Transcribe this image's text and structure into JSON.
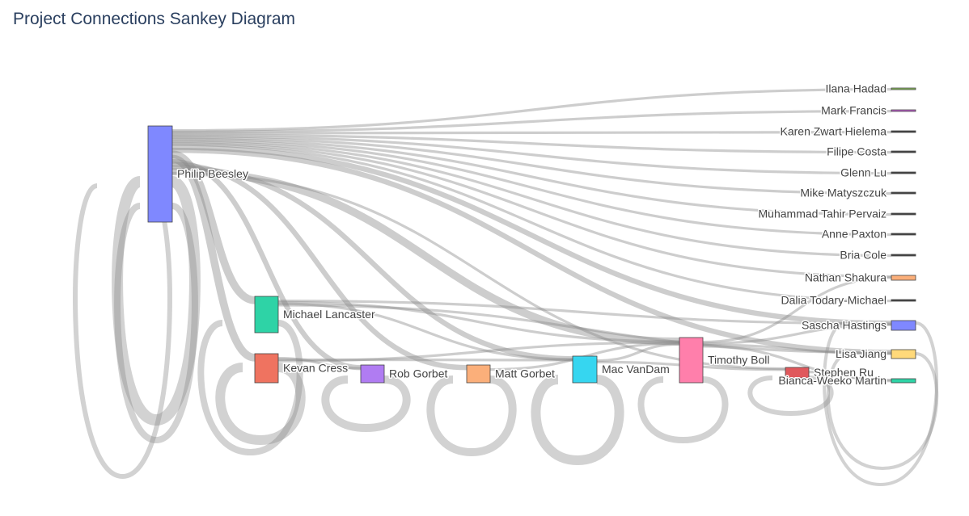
{
  "title": "Project Connections Sankey Diagram",
  "colors": {
    "link": "#888888",
    "title": "#2a3f5f"
  },
  "chart_data": {
    "type": "sankey",
    "title": "Project Connections Sankey Diagram",
    "nodes": [
      {
        "id": "philip",
        "label": "Philip Beesley",
        "color": "#7f88ff"
      },
      {
        "id": "michael",
        "label": "Michael Lancaster",
        "color": "#2ed3a6"
      },
      {
        "id": "kevan",
        "label": "Kevan Cress",
        "color": "#ef7360"
      },
      {
        "id": "rob",
        "label": "Rob Gorbet",
        "color": "#b07cf2"
      },
      {
        "id": "matt",
        "label": "Matt Gorbet",
        "color": "#fbaf7a"
      },
      {
        "id": "mac",
        "label": "Mac VanDam",
        "color": "#36d6f0"
      },
      {
        "id": "timothy",
        "label": "Timothy Boll",
        "color": "#ff7fab"
      },
      {
        "id": "stephen",
        "label": "Stephen Ru",
        "color": "#e0585c"
      },
      {
        "id": "ilana",
        "label": "Ilana Hadad",
        "color": "#8bbf5a"
      },
      {
        "id": "mark",
        "label": "Mark Francis",
        "color": "#c85fd6"
      },
      {
        "id": "karen",
        "label": "Karen Zwart Hielema",
        "color": "#444444"
      },
      {
        "id": "filipe",
        "label": "Filipe Costa",
        "color": "#444444"
      },
      {
        "id": "glenn",
        "label": "Glenn Lu",
        "color": "#444444"
      },
      {
        "id": "mike",
        "label": "Mike Matyszczuk",
        "color": "#444444"
      },
      {
        "id": "muhammad",
        "label": "Muhammad Tahir Pervaiz",
        "color": "#444444"
      },
      {
        "id": "anne",
        "label": "Anne Paxton",
        "color": "#444444"
      },
      {
        "id": "bria",
        "label": "Bria Cole",
        "color": "#444444"
      },
      {
        "id": "nathan",
        "label": "Nathan Shakura",
        "color": "#fbaf7a"
      },
      {
        "id": "dalia",
        "label": "Dalia Todary-Michael",
        "color": "#444444"
      },
      {
        "id": "sascha",
        "label": "Sascha Hastings",
        "color": "#7f88ff"
      },
      {
        "id": "lisa",
        "label": "Lisa Jiang",
        "color": "#ffd97a"
      },
      {
        "id": "bianca",
        "label": "Bianca-Weeko Martin",
        "color": "#2ed3a6"
      }
    ],
    "links": [
      {
        "source": "philip",
        "target": "ilana",
        "value": 1
      },
      {
        "source": "philip",
        "target": "mark",
        "value": 1
      },
      {
        "source": "philip",
        "target": "karen",
        "value": 1
      },
      {
        "source": "philip",
        "target": "filipe",
        "value": 1
      },
      {
        "source": "philip",
        "target": "glenn",
        "value": 1
      },
      {
        "source": "philip",
        "target": "mike",
        "value": 1
      },
      {
        "source": "philip",
        "target": "muhammad",
        "value": 1
      },
      {
        "source": "philip",
        "target": "anne",
        "value": 1
      },
      {
        "source": "philip",
        "target": "bria",
        "value": 1
      },
      {
        "source": "philip",
        "target": "nathan",
        "value": 1
      },
      {
        "source": "philip",
        "target": "dalia",
        "value": 1
      },
      {
        "source": "philip",
        "target": "sascha",
        "value": 2
      },
      {
        "source": "philip",
        "target": "lisa",
        "value": 2
      },
      {
        "source": "philip",
        "target": "michael",
        "value": 3
      },
      {
        "source": "philip",
        "target": "kevan",
        "value": 3
      },
      {
        "source": "philip",
        "target": "rob",
        "value": 2
      },
      {
        "source": "philip",
        "target": "matt",
        "value": 2
      },
      {
        "source": "philip",
        "target": "mac",
        "value": 2
      },
      {
        "source": "philip",
        "target": "timothy",
        "value": 3
      },
      {
        "source": "philip",
        "target": "stephen",
        "value": 1
      },
      {
        "source": "michael",
        "target": "sascha",
        "value": 1
      },
      {
        "source": "michael",
        "target": "timothy",
        "value": 1
      },
      {
        "source": "michael",
        "target": "mac",
        "value": 1
      },
      {
        "source": "michael",
        "target": "lisa",
        "value": 1
      },
      {
        "source": "kevan",
        "target": "rob",
        "value": 1
      },
      {
        "source": "kevan",
        "target": "mac",
        "value": 1
      },
      {
        "source": "kevan",
        "target": "timothy",
        "value": 1
      },
      {
        "source": "matt",
        "target": "timothy",
        "value": 1
      },
      {
        "source": "mac",
        "target": "timothy",
        "value": 1
      },
      {
        "source": "mac",
        "target": "stephen",
        "value": 1
      },
      {
        "source": "timothy",
        "target": "nathan",
        "value": 1
      },
      {
        "source": "timothy",
        "target": "sascha",
        "value": 1
      },
      {
        "source": "timothy",
        "target": "lisa",
        "value": 1
      },
      {
        "source": "timothy",
        "target": "bianca",
        "value": 1
      },
      {
        "source": "stephen",
        "target": "bianca",
        "value": 1
      }
    ]
  }
}
